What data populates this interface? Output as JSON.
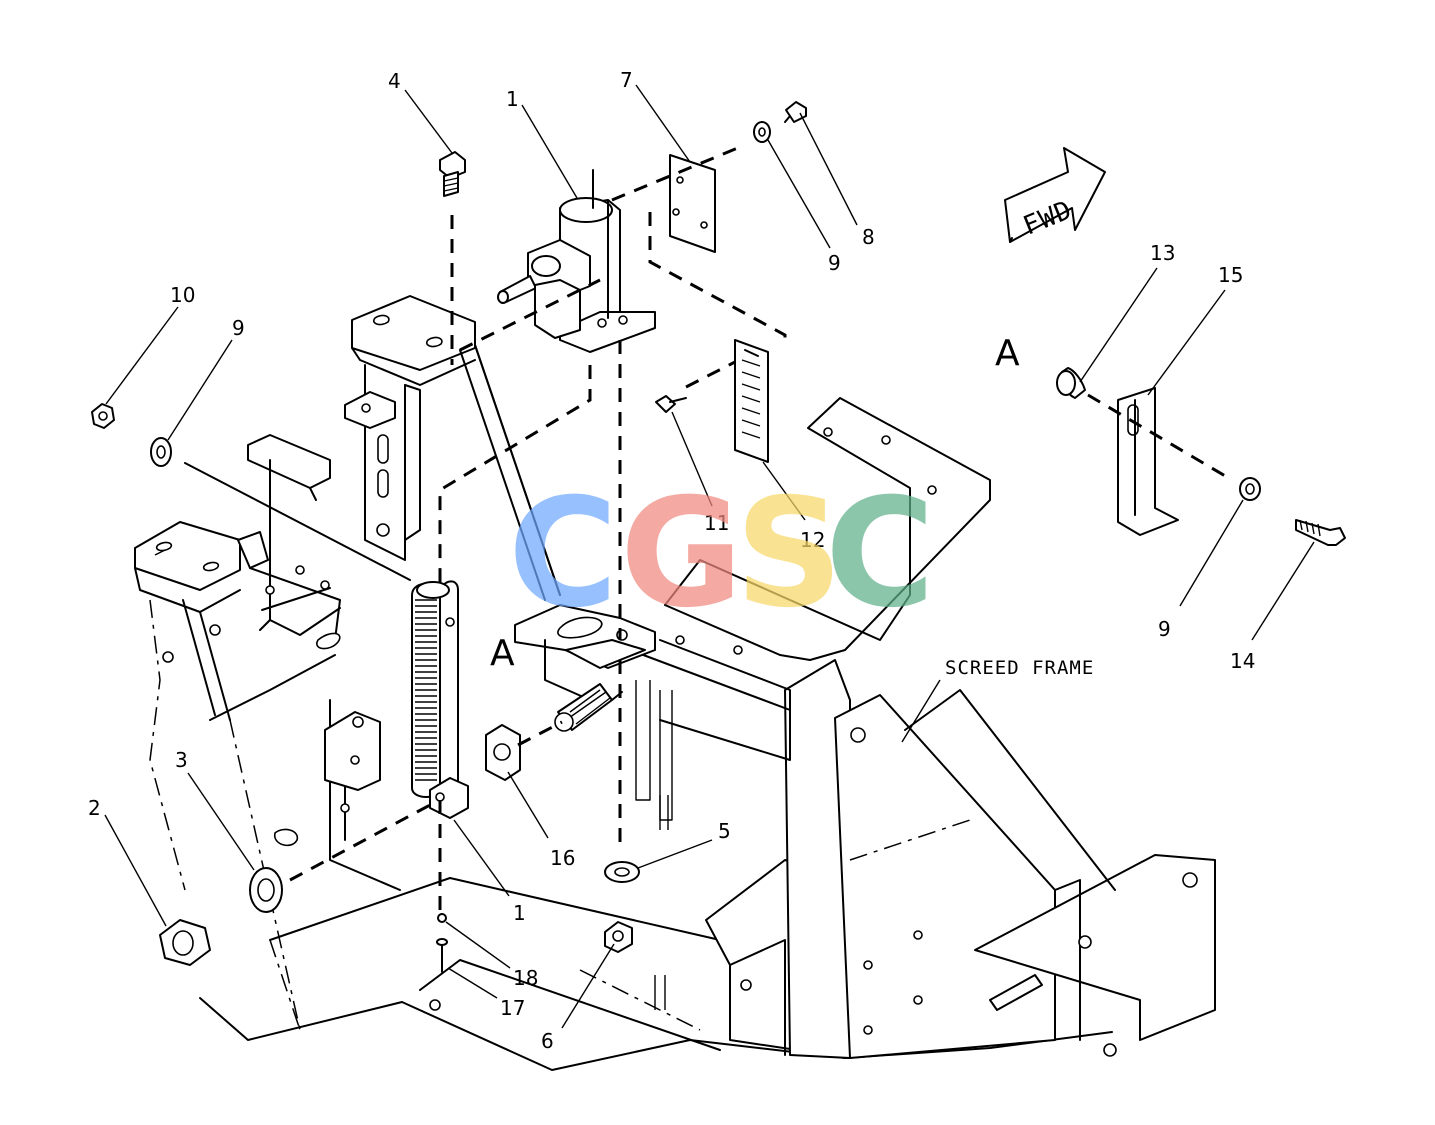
{
  "callouts": [
    {
      "id": "c4",
      "text": "4"
    },
    {
      "id": "c1top",
      "text": "1"
    },
    {
      "id": "c7",
      "text": "7"
    },
    {
      "id": "c8",
      "text": "8"
    },
    {
      "id": "c9a",
      "text": "9"
    },
    {
      "id": "c10",
      "text": "10"
    },
    {
      "id": "c9b",
      "text": "9"
    },
    {
      "id": "c13",
      "text": "13"
    },
    {
      "id": "c15",
      "text": "15"
    },
    {
      "id": "c11",
      "text": "11"
    },
    {
      "id": "c12",
      "text": "12"
    },
    {
      "id": "c9c",
      "text": "9"
    },
    {
      "id": "c14",
      "text": "14"
    },
    {
      "id": "c3",
      "text": "3"
    },
    {
      "id": "c2",
      "text": "2"
    },
    {
      "id": "c5",
      "text": "5"
    },
    {
      "id": "c16",
      "text": "16"
    },
    {
      "id": "c1bot",
      "text": "1"
    },
    {
      "id": "c18",
      "text": "18"
    },
    {
      "id": "c17",
      "text": "17"
    },
    {
      "id": "c6",
      "text": "6"
    }
  ],
  "labels": {
    "fwd": "FWD",
    "view_a_detail": "A",
    "view_a_main": "A",
    "screed_frame": "SCREED FRAME"
  },
  "watermark": {
    "letters": [
      "C",
      "G",
      "S",
      "C"
    ],
    "colors": [
      "#6ea8fe",
      "#f08a80",
      "#f8d867",
      "#5fb08a"
    ]
  }
}
